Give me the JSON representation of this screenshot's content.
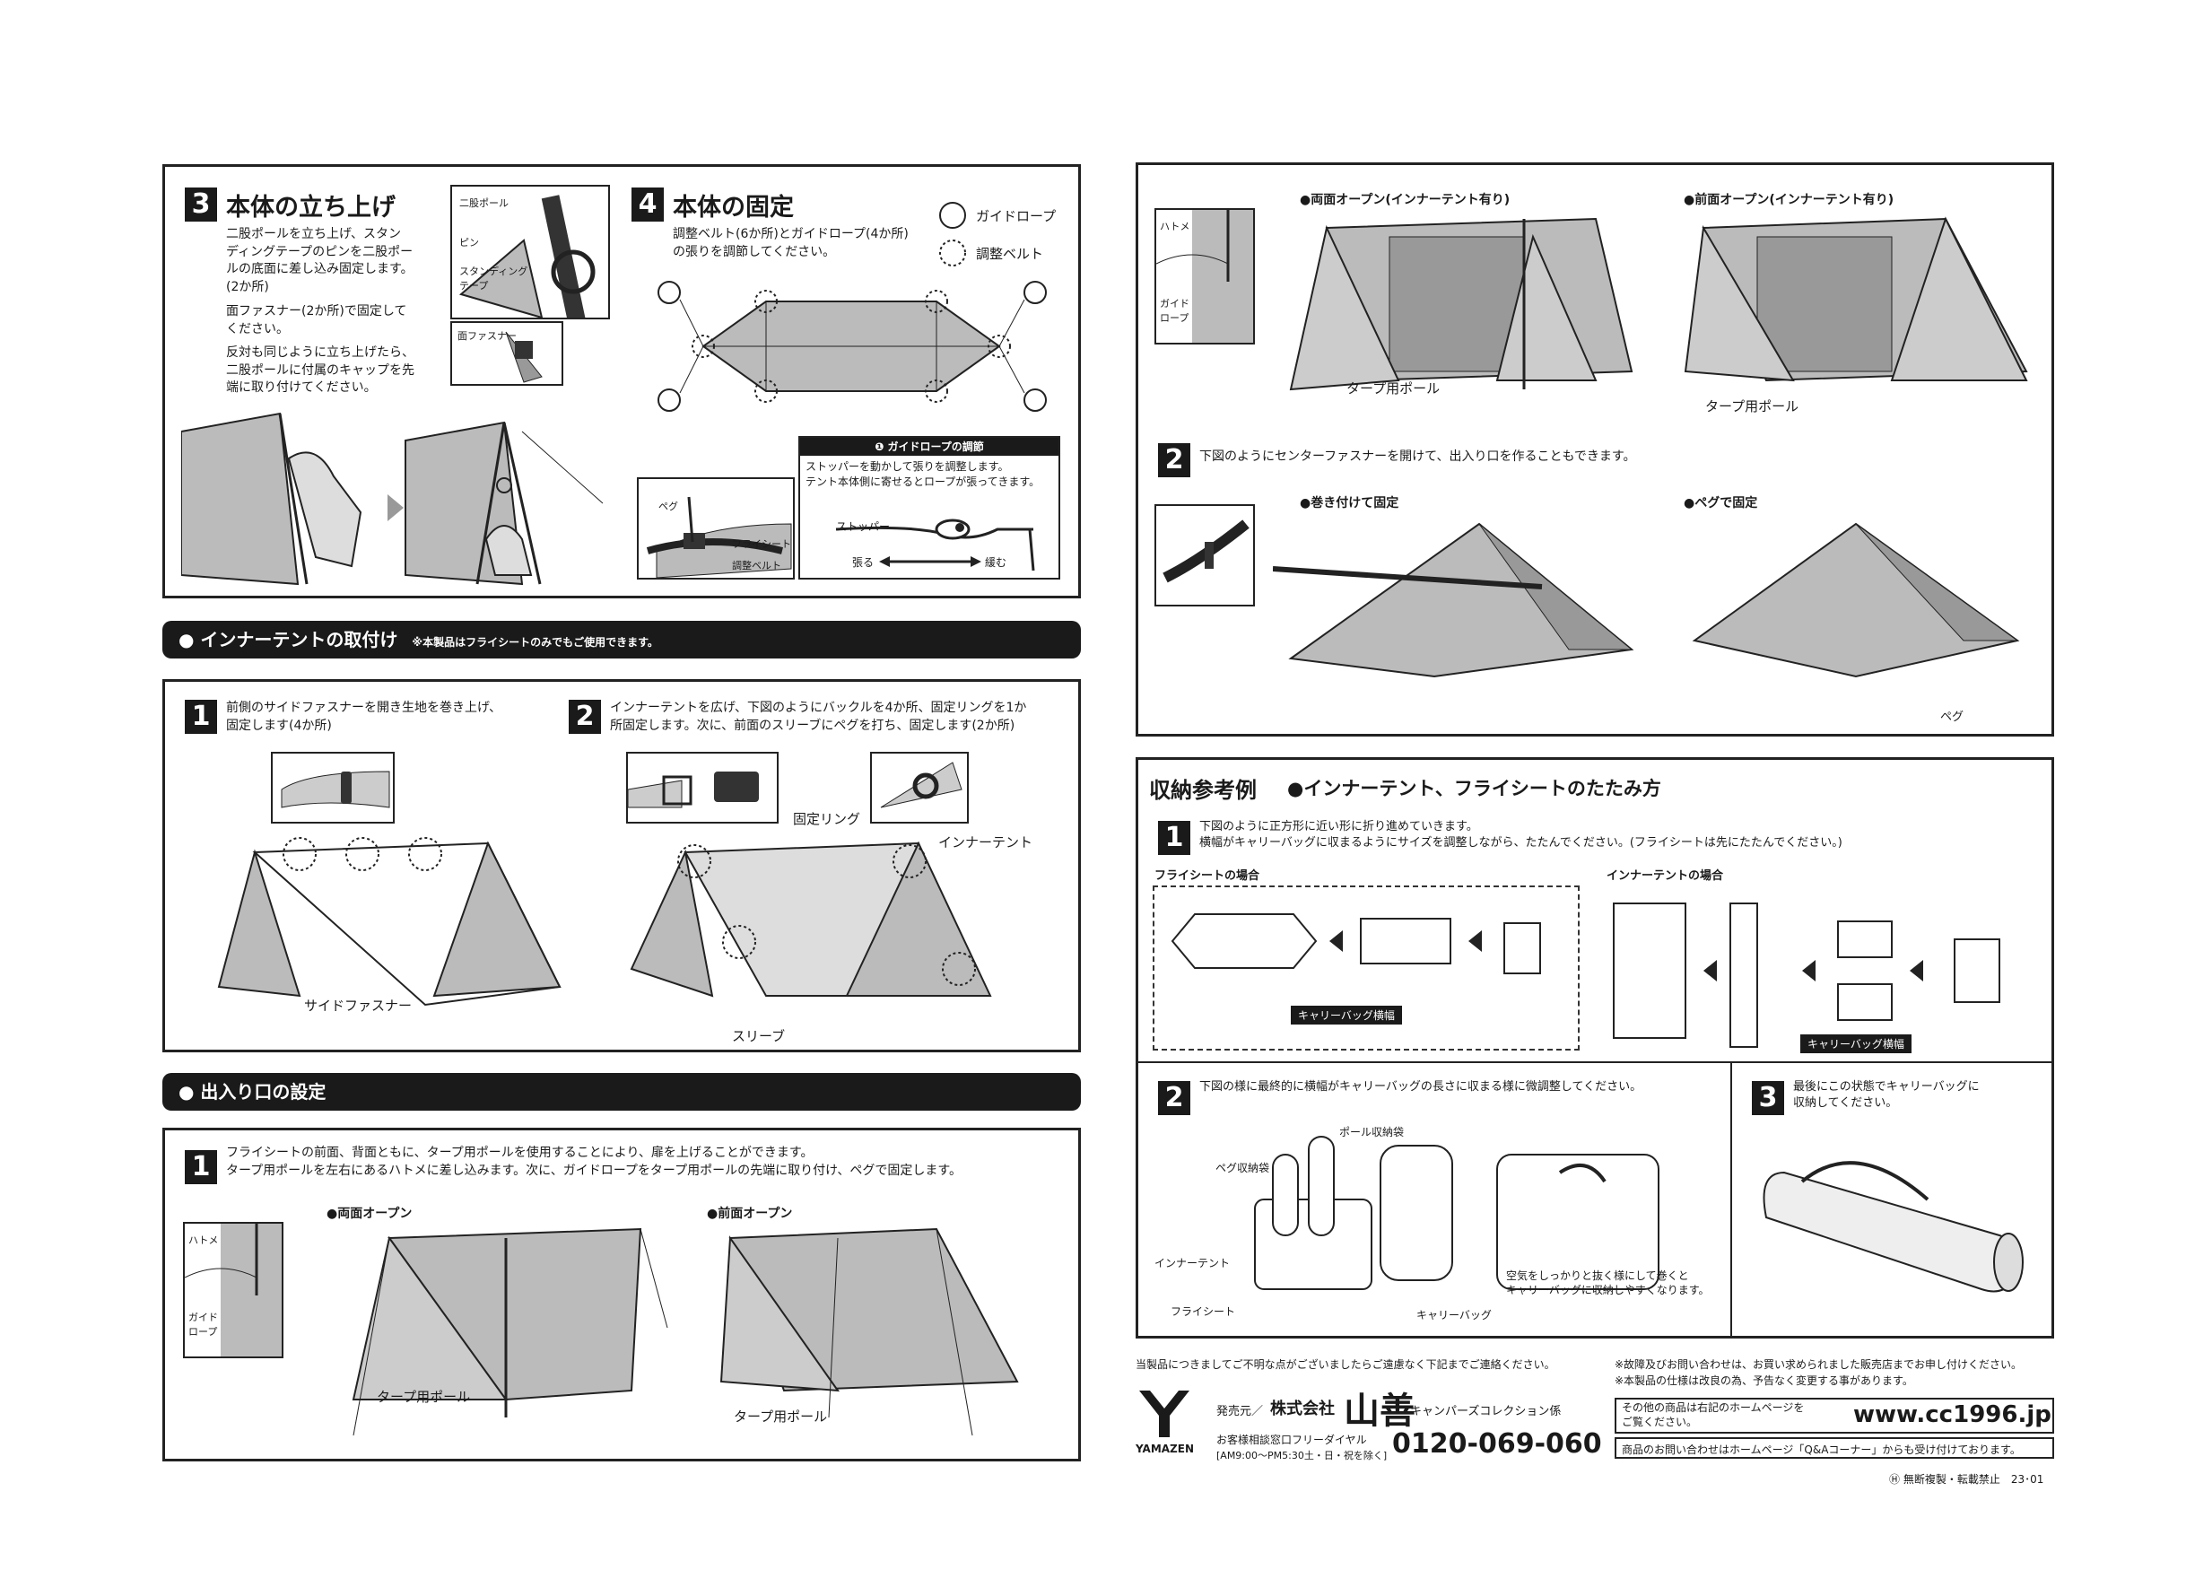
{
  "step3": {
    "num": "3",
    "title": "本体の立ち上げ",
    "text1": "二股ポールを立ち上げ、スタン\nディングテープのピンを二股ポー\nルの底面に差し込み固定します。\n(2か所)",
    "text2": "面ファスナー(2か所)で固定して\nください。",
    "text3": "反対も同じように立ち上げたら、\n二股ポールに付属のキャップを先\n端に取り付けてください。",
    "inset_labels": {
      "pole": "二股ポール",
      "pin": "ピン",
      "tape": "スタンディング\nテープ",
      "fastener": "面ファスナー"
    }
  },
  "step4": {
    "num": "4",
    "title": "本体の固定",
    "text": "調整ベルト(6か所)とガイドロープ(4か所)\nの張りを調節してください。",
    "legend_rope": "ガイドロープ",
    "legend_belt": "調整ベルト",
    "adjust_title": "❶ ガイドロープの調節",
    "adjust_text": "ストッパーを動かして張りを調整します。\nテント本体側に寄せるとロープが張ってきます。",
    "stopper": "ストッパー",
    "tighten": "張る",
    "loosen": "緩む",
    "peg": "ペグ",
    "flysheet": "フライシート",
    "belt": "調整ベルト"
  },
  "inner": {
    "bar": "インナーテントの取付け",
    "note": "※本製品はフライシートのみでもご使用できます。",
    "s1_num": "1",
    "s1_text": "前側のサイドファスナーを開き生地を巻き上げ、\n固定します(4か所)",
    "s1_label": "サイドファスナー",
    "s2_num": "2",
    "s2_text": "インナーテントを広げ、下図のようにバックルを4か所、固定リングを1か\n所固定します。次に、前面のスリーブにペグを打ち、固定します(2か所)",
    "ring": "固定リング",
    "inner_tent": "インナーテント",
    "sleeve": "スリーブ"
  },
  "entrance": {
    "bar": "出入り口の設定",
    "s1_num": "1",
    "s1_text": "フライシートの前面、背面ともに、タープ用ポールを使用することにより、扉を上げることができます。\nタープ用ポールを左右にあるハトメに差し込みます。次に、ガイドロープをタープ用ポールの先端に取り付け、ペグで固定します。",
    "both": "●両面オープン",
    "front": "●前面オープン",
    "hatome": "ハトメ",
    "guide": "ガイド\nロープ",
    "tarp_pole": "タープ用ポール"
  },
  "right_top": {
    "both_inner": "●両面オープン(インナーテント有り)",
    "front_inner": "●前面オープン(インナーテント有り)",
    "hatome": "ハトメ",
    "guide": "ガイド\nロープ",
    "tarp_pole": "タープ用ポール",
    "s2_num": "2",
    "s2_text": "下図のようにセンターファスナーを開けて、出入り口を作ることもできます。",
    "roll": "●巻き付けて固定",
    "peg_fix": "●ペグで固定",
    "peg": "ペグ"
  },
  "storage": {
    "title": "収納参考例",
    "subtitle": "●インナーテント、フライシートのたたみ方",
    "s1_num": "1",
    "s1_text": "下図のように正方形に近い形に折り進めていきます。\n横幅がキャリーバッグに収まるようにサイズを調整しながら、たたんでください。(フライシートは先にたたんでください。)",
    "fly_case": "フライシートの場合",
    "inner_case": "インナーテントの場合",
    "bag_width": "キャリーバッグ横幅",
    "s2_num": "2",
    "s2_text": "下図の様に最終的に横幅がキャリーバッグの長さに収まる様に微調整してください。",
    "pole_bag": "ポール収納袋",
    "peg_bag": "ペグ収納袋",
    "inner_tent": "インナーテント",
    "flysheet": "フライシート",
    "carry_bag": "キャリーバッグ",
    "air_text": "空気をしっかりと抜く様にして巻くと\nキャリーバッグに収納しやすくなります。",
    "s3_num": "3",
    "s3_text": "最後にこの状態でキャリーバッグに\n収納してください。"
  },
  "footer": {
    "inquiry": "当製品につきましてご不明な点がございましたらご遠慮なく下記までご連絡ください。",
    "note1": "※故障及びお問い合わせは、お買い求められました販売店までお申し付けください。",
    "note2": "※本製品の仕様は改良の為、予告なく変更する事があります。",
    "brand": "YAMAZEN",
    "seller": "発売元／",
    "company": "株式会社",
    "company_name": "山善",
    "dept": "キャンパーズコレクション係",
    "freedial_label": "お客様相談窓口フリーダイヤル",
    "hours": "[AM9:00〜PM5:30土・日・祝を除く]",
    "phone": "0120-069-060",
    "hp_text": "その他の商品は右記のホームページを\nご覧ください。",
    "url": "www.cc1996.jp",
    "qa": "商品のお問い合わせはホームページ「Q&Aコーナー」からも受け付けております。",
    "copy": "Ⓗ 無断複製・転載禁止　23･01"
  }
}
